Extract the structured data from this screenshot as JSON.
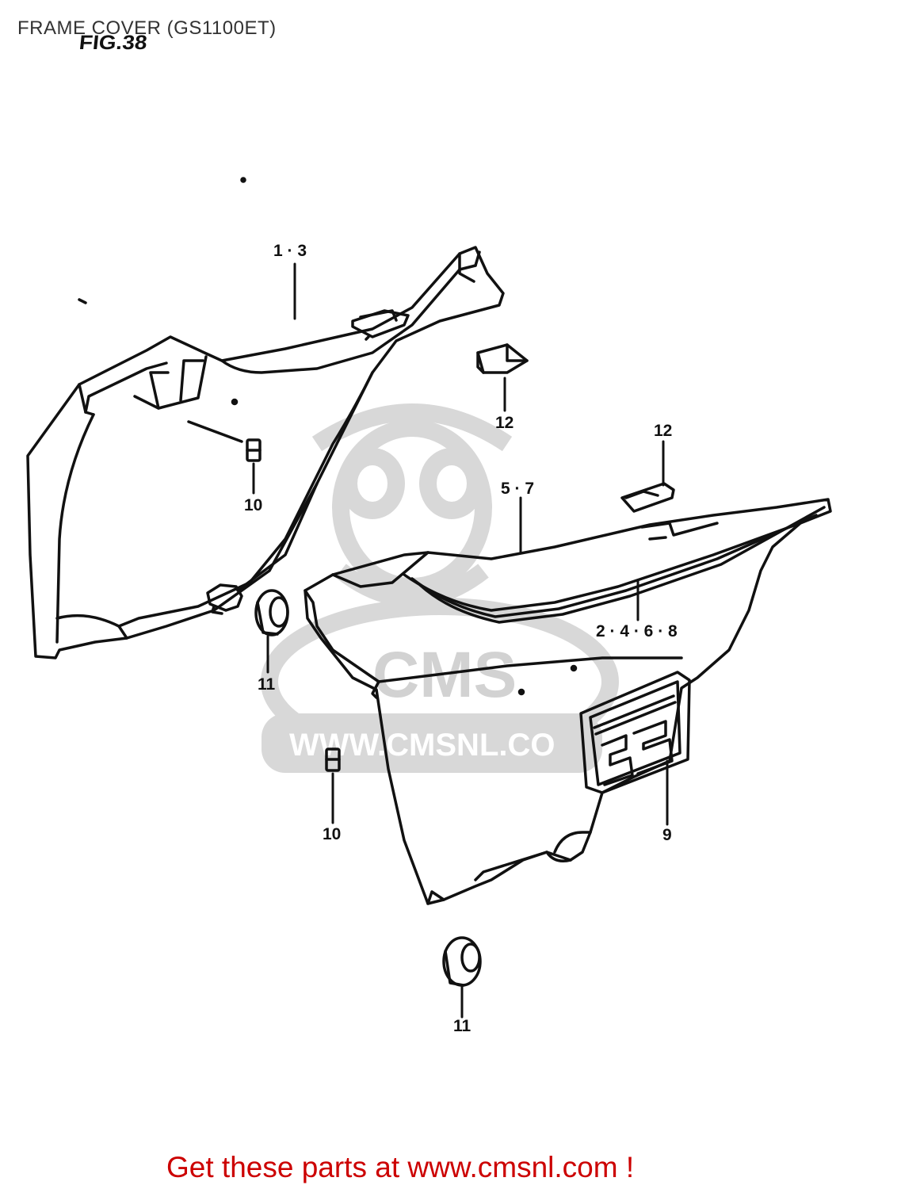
{
  "header": {
    "title": "FRAME COVER (GS1100ET)"
  },
  "figure": {
    "label": "FIG.38"
  },
  "callouts": {
    "c13": "1 · 3",
    "c57": "5 · 7",
    "c2468": "2 · 4 · 6 · 8",
    "c12a": "12",
    "c12b": "12",
    "c10a": "10",
    "c10b": "10",
    "c11a": "11",
    "c11b": "11",
    "c9": "9"
  },
  "watermark": {
    "brand": "CMS",
    "url": "WWW.CMSNL.CO"
  },
  "footer": {
    "cta": "Get these parts at www.cmsnl.com !"
  },
  "colors": {
    "line": "#111111",
    "watermark": "#d2d2d2",
    "cta": "#cc0000",
    "header": "#333333"
  }
}
